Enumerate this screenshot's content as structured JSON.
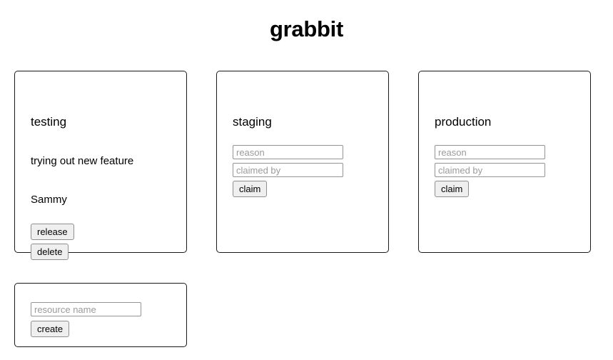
{
  "app": {
    "title": "grabbit"
  },
  "resources": [
    {
      "name": "testing",
      "state": "claimed",
      "reason": "trying out new feature",
      "claimed_by": "Sammy",
      "actions": [
        {
          "id": "release",
          "label": "release"
        },
        {
          "id": "delete",
          "label": "delete"
        }
      ]
    },
    {
      "name": "staging",
      "state": "available",
      "form": {
        "reason_placeholder": "reason",
        "reason_value": "",
        "claimed_by_placeholder": "claimed by",
        "claimed_by_value": "",
        "submit_label": "claim"
      }
    },
    {
      "name": "production",
      "state": "available",
      "form": {
        "reason_placeholder": "reason",
        "reason_value": "",
        "claimed_by_placeholder": "claimed by",
        "claimed_by_value": "",
        "submit_label": "claim"
      }
    }
  ],
  "create_card": {
    "resource_name_placeholder": "resource name",
    "resource_name_value": "",
    "submit_label": "create"
  },
  "colors": {
    "background": "#ffffff",
    "card_border": "#1a1a1a",
    "text": "#000000",
    "input_border": "#949494",
    "placeholder": "#9a9a9a",
    "button_face": "#efefef",
    "button_border": "#8f8f8f"
  }
}
